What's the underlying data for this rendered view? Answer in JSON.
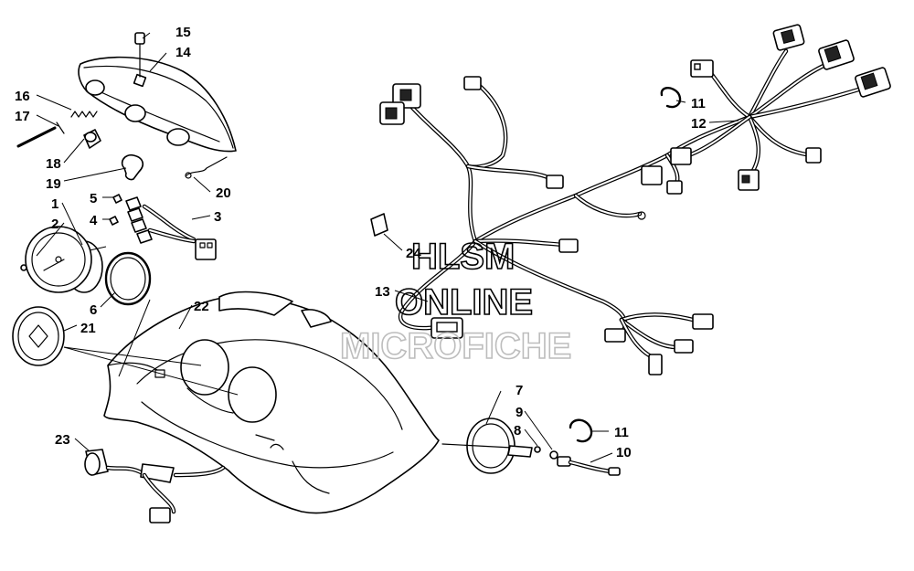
{
  "callouts": {
    "c1": "1",
    "c2": "2",
    "c3": "3",
    "c4": "4",
    "c5": "5",
    "c6": "6",
    "c7": "7",
    "c8": "8",
    "c9": "9",
    "c10": "10",
    "c11a": "11",
    "c11b": "11",
    "c12": "12",
    "c13": "13",
    "c14": "14",
    "c15": "15",
    "c16": "16",
    "c17": "17",
    "c18": "18",
    "c19": "19",
    "c20": "20",
    "c21": "21",
    "c22": "22",
    "c23": "23",
    "c24": "24"
  },
  "watermark": {
    "line1": "HLSM",
    "line2": "ONLINE",
    "line3": "MICROFICHE"
  }
}
